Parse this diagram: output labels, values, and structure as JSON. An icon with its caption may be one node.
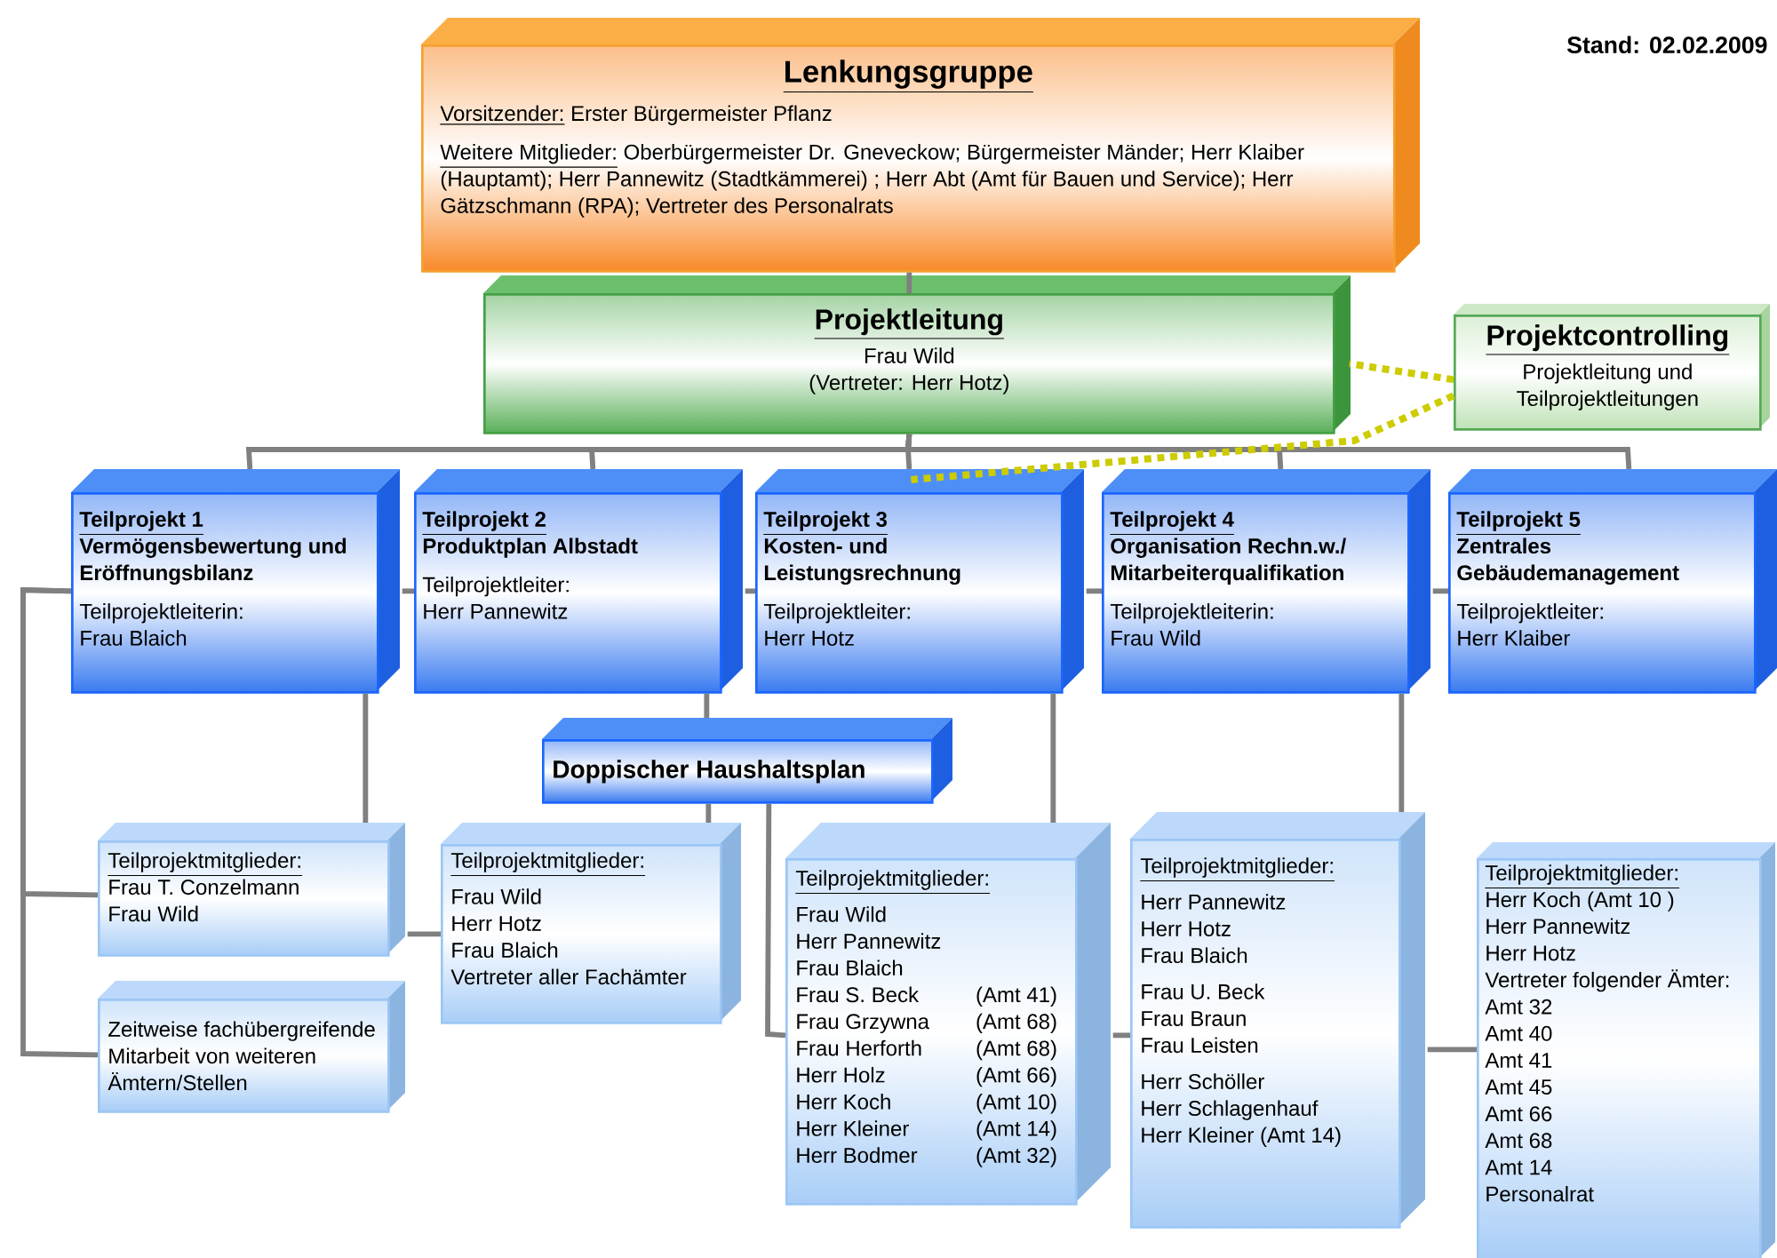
{
  "diagram": {
    "nodes": [
      {
        "text": [
          "Lenkungsgruppe",
          "Vorsitzender:",
          "Erster Bürgermeister Pflanz",
          "Weitere Mitglieder:",
          "Oberbürgermeister Dr. Gneveckow; Bürgermeister Mänder; Herr Klaiber (Hauptamt); Herr Pannewitz (Stadtkämmerei) ; Herr Abt (Amt für Bauen und Service); Herr Gätzschmann (RPA); Vertreter des Personalrats"
        ]
      },
      {
        "text": [
          "Projektleitung",
          "Frau Wild",
          "(Vertreter: Herr Hotz)"
        ]
      },
      {
        "text": [
          "Projektcontrolling",
          "Projektleitung und Teilprojektleitungen"
        ]
      },
      {
        "text": [
          "Teilprojekt 1",
          "Vermögensbewertung und Eröffnungsbilanz",
          "Teilprojektleiterin:",
          "Frau Blaich"
        ]
      },
      {
        "text": [
          "Teilprojekt 2",
          "Produktplan Albstadt",
          "Teilprojektleiter:",
          "Herr Pannewitz"
        ]
      },
      {
        "text": [
          "Teilprojekt 3",
          "Kosten- und Leistungsrechnung",
          "Teilprojektleiter:",
          "Herr Hotz"
        ]
      },
      {
        "text": [
          "Teilprojekt 4",
          "Organisation Rechn.w./ Mitarbeiterqualifikation",
          "Teilprojektleiterin:",
          "Frau Wild"
        ]
      },
      {
        "text": [
          "Teilprojekt 5",
          "Zentrales Gebäudemanagement",
          "Teilprojektleiter:",
          "Herr Klaiber"
        ]
      },
      {
        "text": [
          "Doppischer Haushaltsplan"
        ]
      },
      {
        "text": [
          "Teilprojektmitglieder:",
          "Frau T. Conzelmann",
          "Frau Wild"
        ]
      },
      {
        "text": [
          "Zeitweise fachübergreifende Mitarbeit von weiteren Ämtern/Stellen"
        ]
      },
      {
        "text": [
          "Teilprojektmitglieder:",
          "Frau Wild",
          "Herr Hotz",
          "Frau Blaich",
          "Vertreter aller Fachämter"
        ]
      },
      {
        "text": [
          "Teilprojektmitglieder:",
          "Frau Wild",
          "Herr Pannewitz",
          "Frau Blaich",
          "Frau S. Beck",
          "(Amt 41)",
          "Frau Grzywna",
          "(Amt 68)",
          "Frau Herforth",
          "(Amt 68)",
          "Herr Holz",
          "(Amt 66)",
          "Herr Koch",
          "(Amt 10)",
          "Herr Kleiner",
          "(Amt 14)",
          "Herr Bodmer",
          "(Amt 32)"
        ]
      },
      {
        "text": [
          "Teilprojektmitglieder:",
          "Herr Pannewitz",
          "Herr Hotz",
          "Frau Blaich",
          "Frau U. Beck",
          "Frau Braun",
          "Frau Leisten",
          "Herr Schöller",
          "Herr Schlagenhauf",
          "Herr Kleiner (Amt 14)"
        ]
      },
      {
        "text": [
          "Teilprojektmitglieder:",
          "Herr Koch (Amt 10 )",
          "Herr Pannewitz",
          "Herr Hotz",
          "Vertreter folgender Ämter:",
          "Amt 32",
          "Amt 40",
          "Amt 41",
          "Amt 45",
          "Amt 66",
          "Amt 68",
          "Amt 14",
          "Personalrat"
        ]
      }
    ],
    "edges": [
      {
        "from": 0,
        "to": 1,
        "arrow": "none"
      },
      {
        "from": 1,
        "to": 3,
        "arrow": "none"
      },
      {
        "from": 1,
        "to": 4,
        "arrow": "none"
      },
      {
        "from": 1,
        "to": 5,
        "arrow": "none"
      },
      {
        "from": 1,
        "to": 6,
        "arrow": "none"
      },
      {
        "from": 1,
        "to": 7,
        "arrow": "none"
      },
      {
        "from": 2,
        "to": 1,
        "arrow": "none",
        "style": "dashed",
        "color": "#cccc00"
      },
      {
        "from": 2,
        "to": 5,
        "arrow": "none",
        "style": "dashed",
        "color": "#cccc00"
      },
      {
        "from": 3,
        "to": 4,
        "arrow": "none"
      },
      {
        "from": 4,
        "to": 5,
        "arrow": "none"
      },
      {
        "from": 5,
        "to": 6,
        "arrow": "none"
      },
      {
        "from": 6,
        "to": 7,
        "arrow": "none"
      },
      {
        "from": 3,
        "to": 9,
        "arrow": "none"
      },
      {
        "from": 3,
        "to": 9,
        "arrow": "none"
      },
      {
        "from": 3,
        "to": 10,
        "arrow": "none"
      },
      {
        "from": 4,
        "to": 8,
        "arrow": "none"
      },
      {
        "from": 8,
        "to": 11,
        "arrow": "none"
      },
      {
        "from": 8,
        "to": 12,
        "arrow": "none"
      },
      {
        "from": 9,
        "to": 11,
        "arrow": "none"
      },
      {
        "from": 5,
        "to": 12,
        "arrow": "none"
      },
      {
        "from": 12,
        "to": 13,
        "arrow": "none"
      },
      {
        "from": 6,
        "to": 13,
        "arrow": "none"
      },
      {
        "from": 13,
        "to": 14,
        "arrow": "none"
      }
    ],
    "labels": [
      "Stand: 02.02.2009"
    ]
  }
}
